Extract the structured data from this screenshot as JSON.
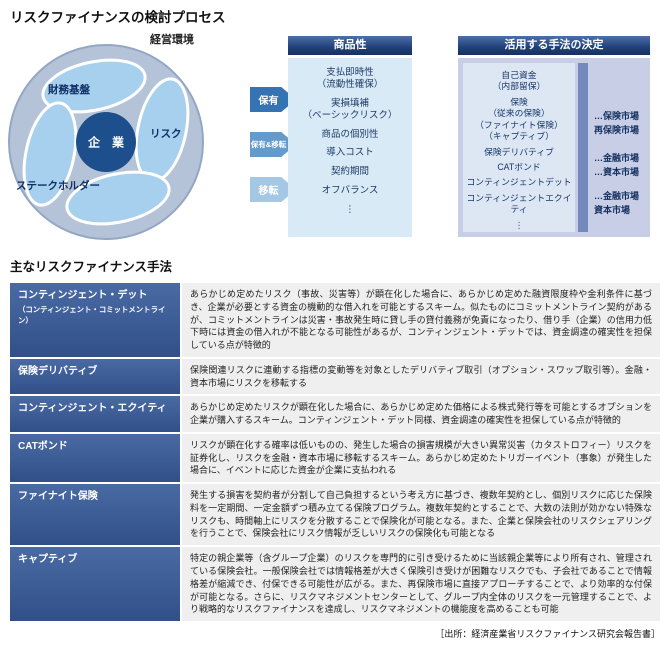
{
  "page": {
    "title": "リスクファイナンスの検討プロセス",
    "source": "［出所：経済産業省リスクファイナンス研究会報告書］"
  },
  "colors": {
    "header_bar": "#20407a",
    "panel_light_blue": "#d9eaf7",
    "panel_lavender": "#c7cee6",
    "table_term_blue": "#31508a",
    "petal_blue": "#a7d0ee",
    "center_circle_blue": "#1d4f8c"
  },
  "process": {
    "environment_label": "経営環境",
    "circle": {
      "center": "企　業",
      "petal_labels": [
        "財務基盤",
        "リスク",
        "ステークホルダー"
      ]
    },
    "arrows": [
      {
        "label": "保有"
      },
      {
        "label": "保有&移転"
      },
      {
        "label": "移転"
      }
    ],
    "product_panel": {
      "header": "商品性",
      "items": [
        "支払即時性\n（流動性確保）",
        "実損填補\n（ベーシックリスク）",
        "商品の個別性",
        "導入コスト",
        "契約期間",
        "オフバランス",
        "⋮"
      ]
    },
    "decision_panel": {
      "header": "活用する手法の決定",
      "items": [
        "自己資金\n（内部留保）",
        "保険\n（従来の保険）\n（ファイナイト保険）\n（キャプティブ）",
        "保険デリバティブ",
        "CATボンド",
        "コンティンジェントデット",
        "コンティンジェントエクイティ",
        "⋮"
      ],
      "markets": [
        "…保険市場\n再保険市場",
        "…金融市場\n…資本市場",
        "…金融市場\n資本市場"
      ]
    }
  },
  "methods_table": {
    "title": "主なリスクファイナンス手法",
    "rows": [
      {
        "term": "コンティンジェント・デット",
        "term_sub": "（コンティンジェント・コミットメントライン）",
        "description": "あらかじめ定めたリスク（事故、災害等）が顕在化した場合に、あらかじめ定めた融資限度枠や金利条件に基づき、企業が必要とする資金の機動的な借入れを可能とするスキーム。似たものにコミットメントライン契約があるが、コミットメントラインは災害・事故発生時に貸し手の貸付義務が免責になったり、借り手（企業）の信用力低下時には資金の借入れが不能となる可能性があるが、コンティンジェント・デットでは、資金調達の確実性を担保している点が特徴的"
      },
      {
        "term": "保険デリバティブ",
        "term_sub": "",
        "description": "保険関連リスクに連動する指標の変動等を対象としたデリバティブ取引（オプション・スワップ取引等）。金融・資本市場にリスクを移転する"
      },
      {
        "term": "コンティンジェント・エクイティ",
        "term_sub": "",
        "description": "あらかじめ定めたリスクが顕在化した場合に、あらかじめ定めた価格による株式発行等を可能とするオプションを企業が購入するスキーム。コンティンジェント・デット同様、資金調達の確実性を担保している点が特徴的"
      },
      {
        "term": "CATボンド",
        "term_sub": "",
        "description": "リスクが顕在化する確率は低いものの、発生した場合の損害規模が大きい異常災害（カタストロフィー）リスクを証券化し、リスクを金融・資本市場に移転するスキーム。あらかじめ定めたトリガーイベント（事象）が発生した場合に、イベントに応じた資金が企業に支払われる"
      },
      {
        "term": "ファイナイト保険",
        "term_sub": "",
        "description": "発生する損害を契約者が分割して自己負担するという考え方に基づき、複数年契約とし、個別リスクに応じた保険料を一定期間、一定金額ずつ積み立てる保険プログラム。複数年契約とすることで、大数の法則が効かない特殊なリスクも、時間軸上にリスクを分散することで保険化が可能となる。また、企業と保険会社のリスクシェアリングを行うことで、保険会社にリスク情報が乏しいリスクの保険化も可能となる"
      },
      {
        "term": "キャプティブ",
        "term_sub": "",
        "description": "特定の親企業等（含グループ企業）のリスクを専門的に引き受けるために当該親企業等により所有され、管理されている保険会社。一般保険会社では情報格差が大きく保険引き受けが困難なリスクでも、子会社であることで情報格差が縮減でき、付保できる可能性が広がる。また、再保険市場に直接アプローチすることで、より効率的な付保が可能となる。さらに、リスクマネジメントセンターとして、グループ内全体のリスクを一元管理することで、より戦略的なリスクファイナンスを達成し、リスクマネジメントの機能度を高めることも可能"
      }
    ]
  }
}
